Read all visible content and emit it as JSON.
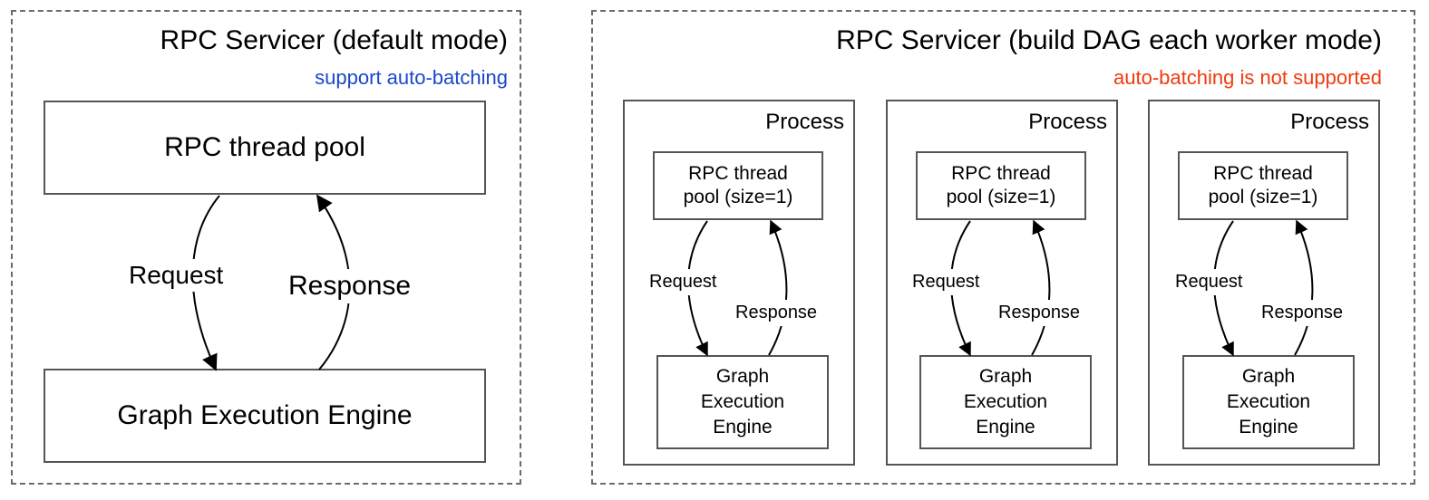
{
  "left_panel": {
    "title": "RPC Servicer (default mode)",
    "subtitle": "support auto-batching",
    "subtitle_color": "#1a47c9",
    "top_box": "RPC thread pool",
    "bottom_box": "Graph Execution Engine",
    "request_label": "Request",
    "response_label": "Response"
  },
  "right_panel": {
    "title": "RPC Servicer (build DAG each worker mode)",
    "subtitle": "auto-batching is not supported",
    "subtitle_color": "#f03a0e",
    "processes": [
      {
        "label": "Process",
        "top_line1": "RPC thread",
        "top_line2": "pool (size=1)",
        "bottom_line1": "Graph",
        "bottom_line2": "Execution",
        "bottom_line3": "Engine",
        "request_label": "Request",
        "response_label": "Response"
      },
      {
        "label": "Process",
        "top_line1": "RPC thread",
        "top_line2": "pool (size=1)",
        "bottom_line1": "Graph",
        "bottom_line2": "Execution",
        "bottom_line3": "Engine",
        "request_label": "Request",
        "response_label": "Response"
      },
      {
        "label": "Process",
        "top_line1": "RPC thread",
        "top_line2": "pool (size=1)",
        "bottom_line1": "Graph",
        "bottom_line2": "Execution",
        "bottom_line3": "Engine",
        "request_label": "Request",
        "response_label": "Response"
      }
    ]
  }
}
